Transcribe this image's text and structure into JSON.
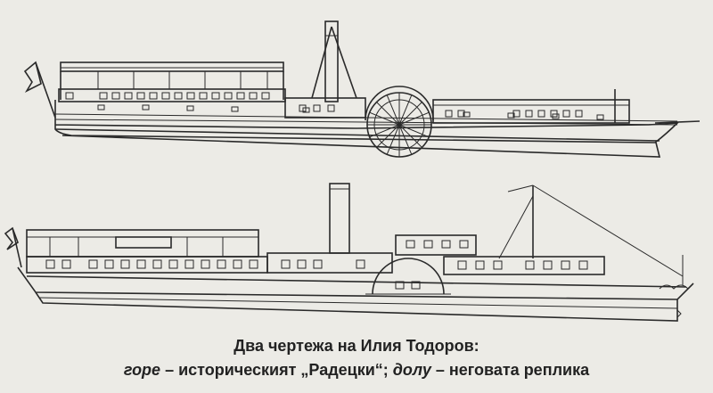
{
  "caption": {
    "line1": "Два чертежа на Илия Тодоров:",
    "line2_top_word": "горе",
    "line2_top_text": " – историческият „Радецки“; ",
    "line2_bottom_word": "долу",
    "line2_bottom_text": " – неговата реплика"
  },
  "colors": {
    "ink": "#2a2a2a",
    "paper": "#ecebe6"
  }
}
